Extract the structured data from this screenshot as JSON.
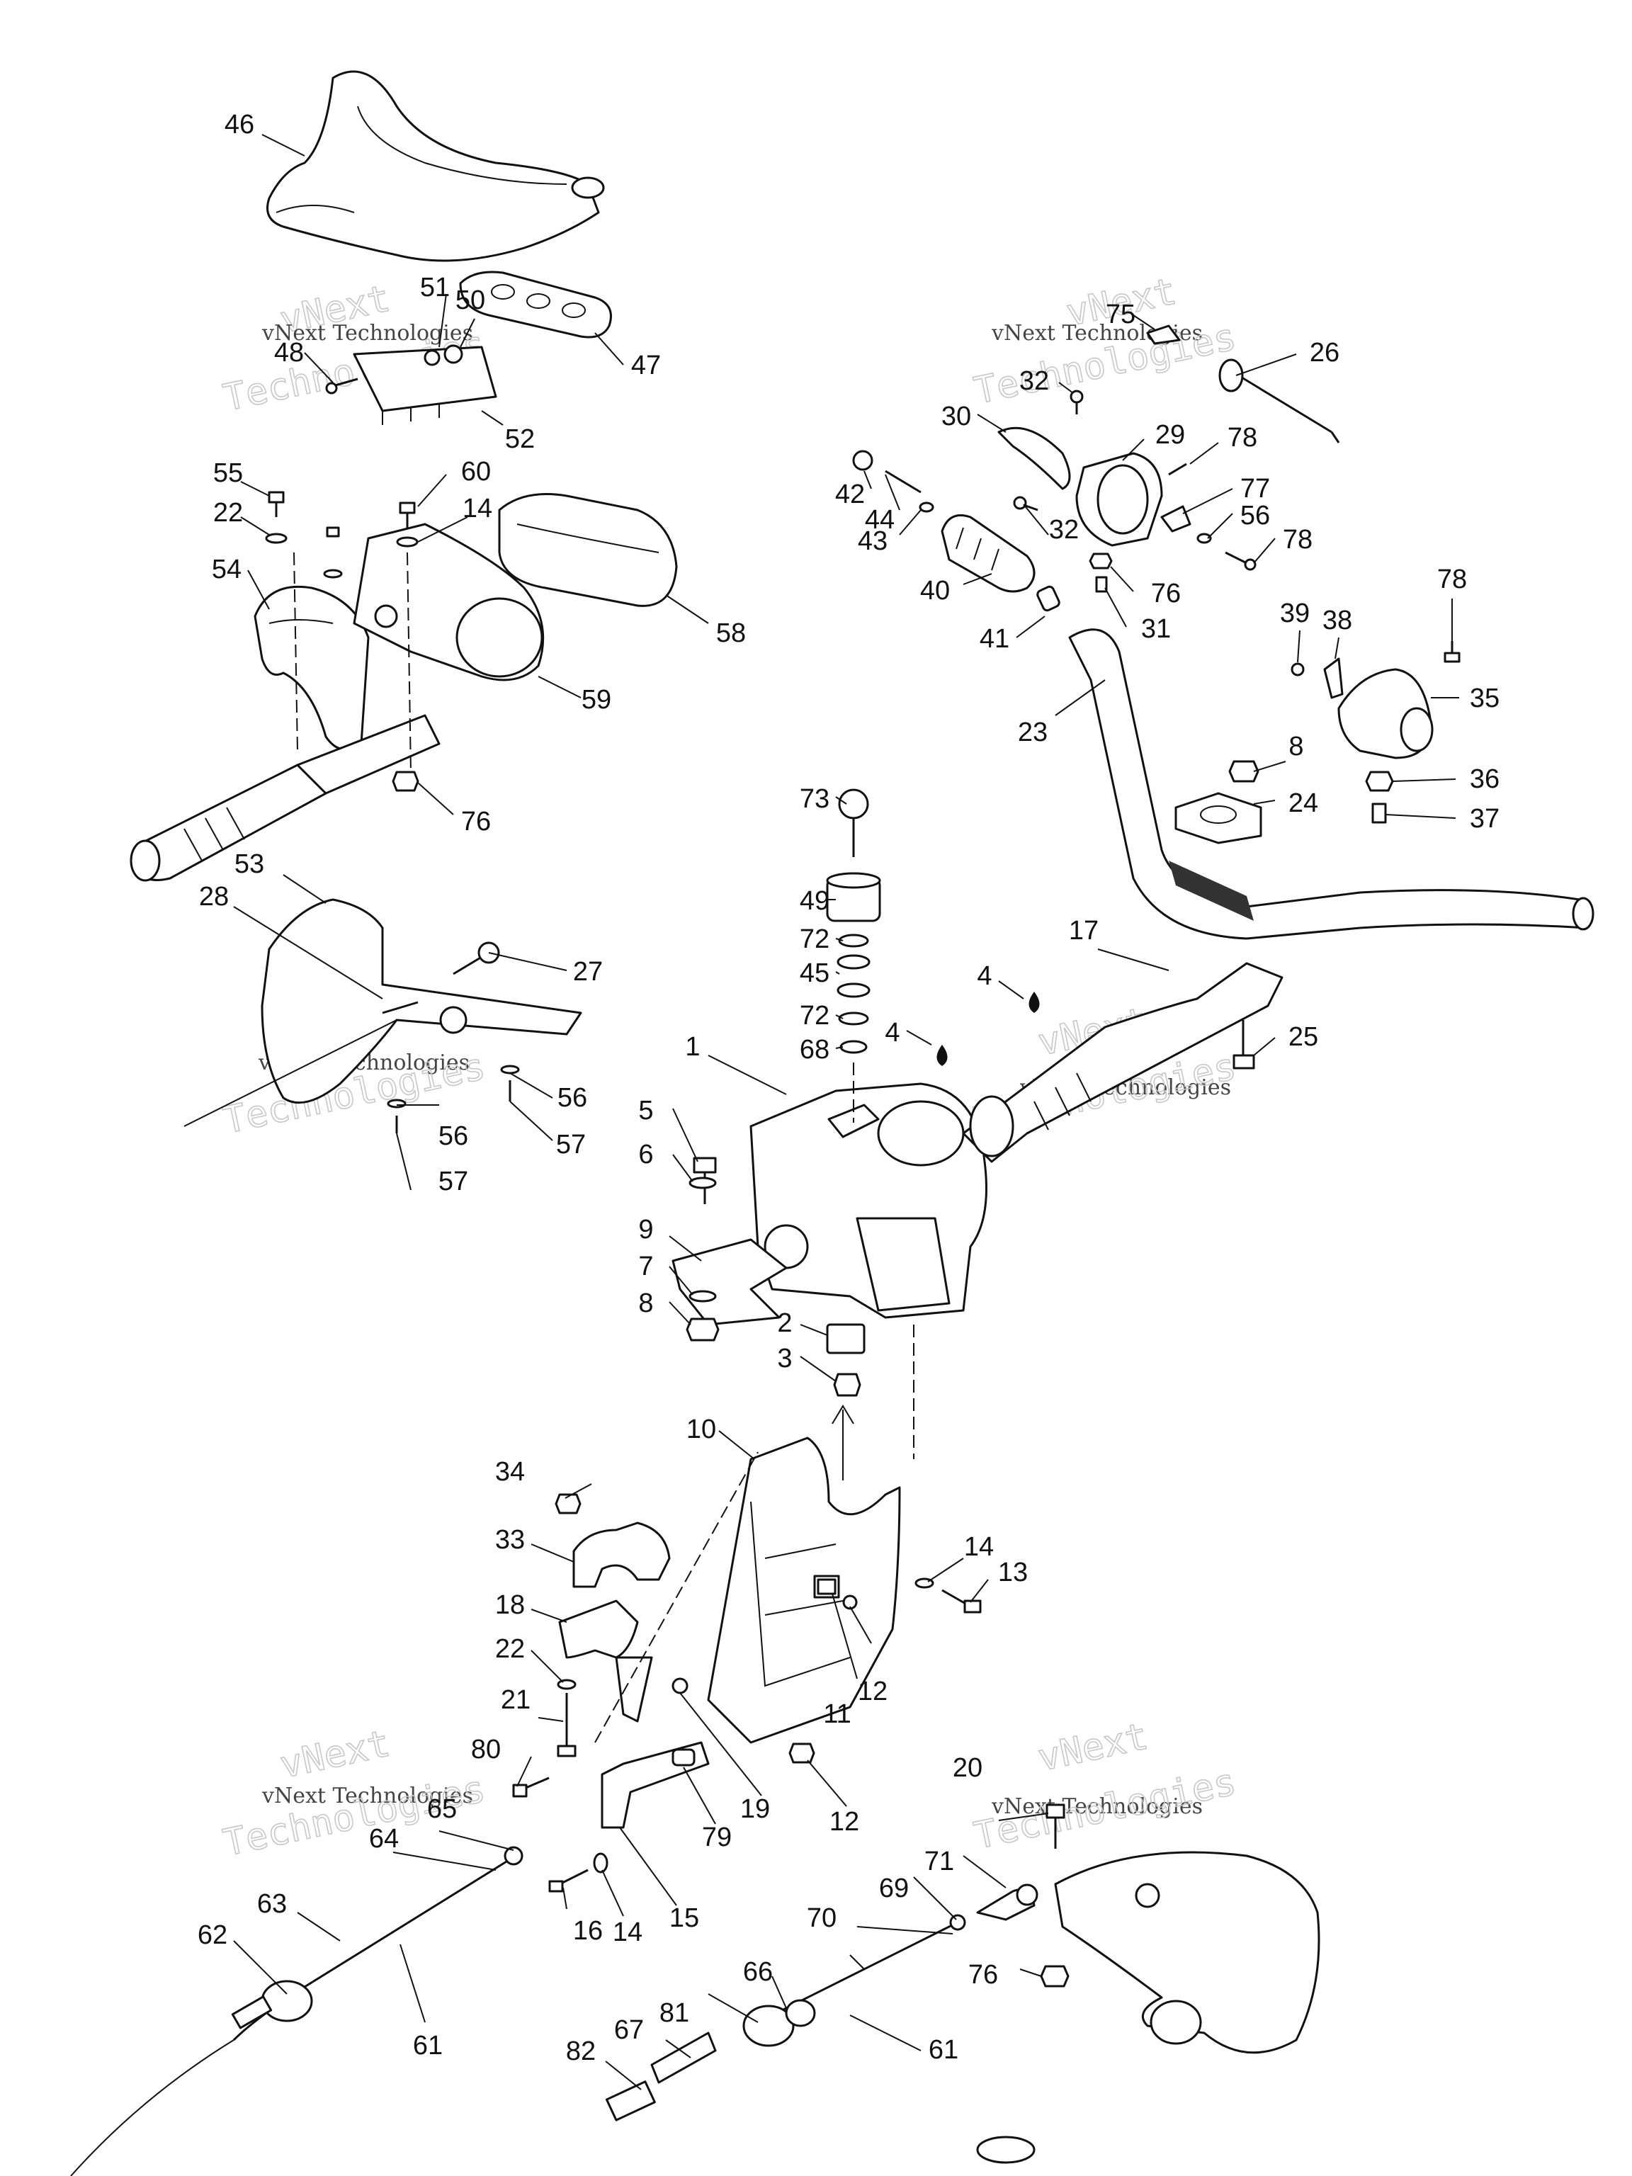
{
  "watermarks": [
    {
      "id": "wm-top-left",
      "line1": "vNext",
      "line2": "vNext Technologies",
      "line3": "Technologies"
    },
    {
      "id": "wm-top-right",
      "line1": "vNext",
      "line2": "vNext Technologies",
      "line3": "Technologies"
    },
    {
      "id": "wm-mid-left",
      "line1": "vNext",
      "line2": "vNext Technologies",
      "line3": "Technologies"
    },
    {
      "id": "wm-mid-right",
      "line1": "vNext",
      "line2": "vNext Technologies",
      "line3": "Technologies"
    },
    {
      "id": "wm-bottom-left",
      "line1": "vNext",
      "line2": "vNext Technologies",
      "line3": "Technologies"
    },
    {
      "id": "wm-bottom-right",
      "line1": "vNext",
      "line2": "vNext Technologies",
      "line3": "Technologies"
    }
  ],
  "callouts": {
    "c1": "1",
    "c2": "2",
    "c3": "3",
    "c4a": "4",
    "c4b": "4",
    "c5": "5",
    "c6": "6",
    "c7": "7",
    "c8a": "8",
    "c8b": "8",
    "c9": "9",
    "c10": "10",
    "c11": "11",
    "c12a": "12",
    "c12b": "12",
    "c13": "13",
    "c14a": "14",
    "c14b": "14",
    "c14c": "14",
    "c15": "15",
    "c16": "16",
    "c17": "17",
    "c18": "18",
    "c19": "19",
    "c20": "20",
    "c21": "21",
    "c22a": "22",
    "c22b": "22",
    "c23": "23",
    "c24": "24",
    "c25": "25",
    "c26": "26",
    "c27": "27",
    "c28": "28",
    "c29": "29",
    "c30": "30",
    "c31": "31",
    "c32a": "32",
    "c32b": "32",
    "c33": "33",
    "c34": "34",
    "c35": "35",
    "c36": "36",
    "c37": "37",
    "c38": "38",
    "c39": "39",
    "c40": "40",
    "c41": "41",
    "c42": "42",
    "c43": "43",
    "c44": "44",
    "c45": "45",
    "c46": "46",
    "c47": "47",
    "c48": "48",
    "c49": "49",
    "c50": "50",
    "c51": "51",
    "c52": "52",
    "c53": "53",
    "c54": "54",
    "c55": "55",
    "c56a": "56",
    "c56b": "56",
    "c56c": "56",
    "c57a": "57",
    "c57b": "57",
    "c58": "58",
    "c59": "59",
    "c60": "60",
    "c61a": "61",
    "c61b": "61",
    "c62": "62",
    "c63": "63",
    "c64": "64",
    "c65": "65",
    "c66": "66",
    "c67": "67",
    "c68": "68",
    "c69": "69",
    "c70": "70",
    "c71": "71",
    "c72a": "72",
    "c72b": "72",
    "c73": "73",
    "c75": "75",
    "c76a": "76",
    "c76b": "76",
    "c76c": "76",
    "c77": "77",
    "c78a": "78",
    "c78b": "78",
    "c78c": "78",
    "c79": "79",
    "c80": "80",
    "c81": "81",
    "c82": "82"
  },
  "colors": {
    "line": "#111111",
    "watermark": "#c8c8c8",
    "background": "#ffffff"
  }
}
